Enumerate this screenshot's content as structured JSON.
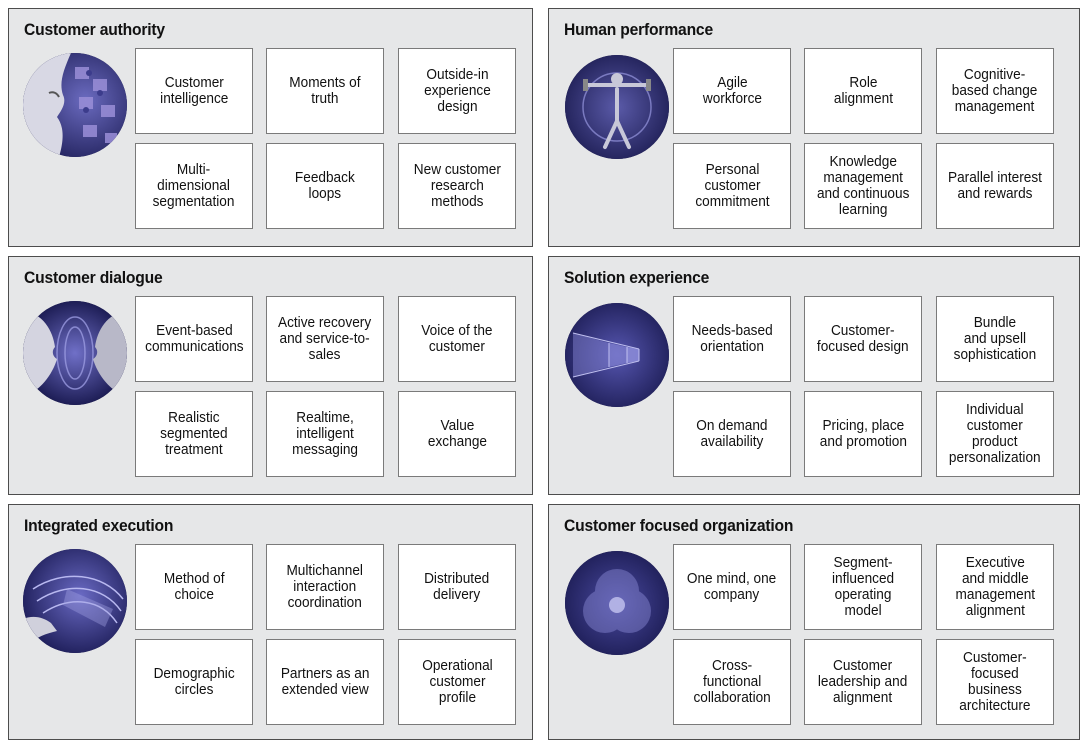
{
  "panels": [
    {
      "title": "Customer authority",
      "icon": "puzzle-face-icon",
      "items": [
        "Customer\nintelligence",
        "Moments of\ntruth",
        "Outside-in\nexperience\ndesign",
        "Multi-\ndimensional\nsegmentation",
        "Feedback\nloops",
        "New customer\nresearch\nmethods"
      ]
    },
    {
      "title": "Human performance",
      "icon": "vitruvian-man-icon",
      "items": [
        "Agile\nworkforce",
        "Role\nalignment",
        "Cognitive-\nbased change\nmanagement",
        "Personal\ncustomer\ncommitment",
        "Knowledge\nmanagement\nand continuous\nlearning",
        "Parallel interest\nand rewards"
      ]
    },
    {
      "title": "Customer dialogue",
      "icon": "facing-faces-icon",
      "items": [
        "Event-based\ncommunications",
        "Active recovery\nand service-to-\nsales",
        "Voice of the\ncustomer",
        "Realistic\nsegmented\ntreatment",
        "Realtime,\nintelligent\nmessaging",
        "Value\nexchange"
      ]
    },
    {
      "title": "Solution experience",
      "icon": "tunnel-icon",
      "items": [
        "Needs-based\norientation",
        "Customer-\nfocused design",
        "Bundle\nand upsell\nsophistication",
        "On demand\navailability",
        "Pricing, place\nand promotion",
        "Individual\ncustomer\nproduct\npersonalization"
      ]
    },
    {
      "title": "Integrated execution",
      "icon": "hand-curves-icon",
      "items": [
        "Method of\nchoice",
        "Multichannel\ninteraction\ncoordination",
        "Distributed\ndelivery",
        "Demographic\ncircles",
        "Partners as an\nextended view",
        "Operational\ncustomer\nprofile"
      ]
    },
    {
      "title": "Customer focused organization",
      "icon": "overlapping-circles-icon",
      "items": [
        "One mind, one\ncompany",
        "Segment-\ninfluenced\noperating\nmodel",
        "Executive\nand middle\nmanagement\nalignment",
        "Cross-\nfunctional\ncollaboration",
        "Customer\nleadership and\nalignment",
        "Customer-\nfocused\nbusiness\narchitecture"
      ]
    }
  ],
  "colors": {
    "panel_bg": "#e6e7e8",
    "border": "#4d4d4d",
    "disc_dark": "#1b1b50",
    "disc_mid": "#4b4b9a"
  }
}
